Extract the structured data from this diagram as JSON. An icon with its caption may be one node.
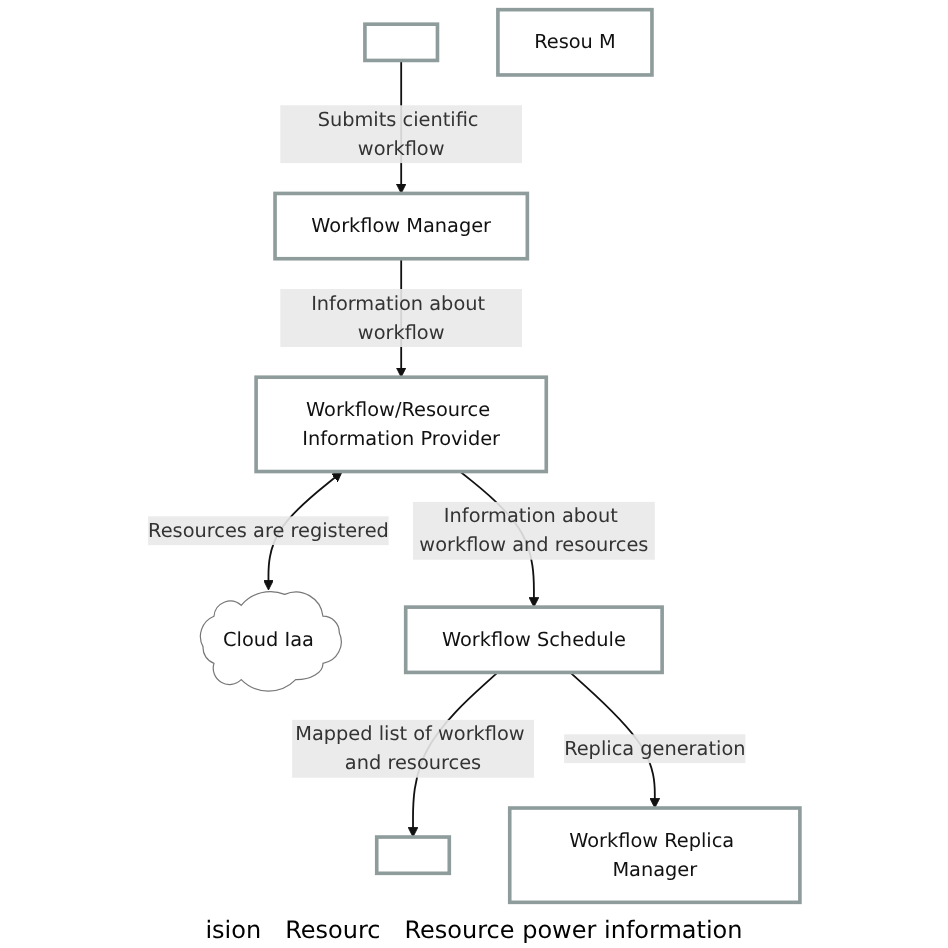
{
  "diagram": {
    "nodes": [
      {
        "text": [],
        "shape": "box"
      },
      {
        "text": [
          "Workflow/Resource Information Provider"
        ]
      },
      {
        "text": [
          "Cloud Iaa"
        ]
      },
      {
        "text": [],
        "shape": "box"
      },
      {
        "text": [
          "Workflow Manager"
        ]
      },
      {
        "text": [
          "Resou M"
        ]
      },
      {
        "text": [
          "Workflow Replica Manager"
        ]
      },
      {
        "text": [
          "Workflow Schedule"
        ]
      }
    ],
    "edges": [
      {
        "from": 0,
        "to": 4,
        "label": "Submits cientific workflow",
        "arrow": "to"
      },
      {
        "from": 4,
        "to": 1,
        "label": "Information about workflow",
        "arrow": "to"
      },
      {
        "from": 1,
        "to": 2,
        "label": "Resources are registered",
        "arrow": "both"
      },
      {
        "from": 1,
        "to": 7,
        "label": "Information about workflow and resources",
        "arrow": "to"
      },
      {
        "from": 7,
        "to": 3,
        "label": "Mapped list of workflow and resources",
        "arrow": "to"
      },
      {
        "from": 7,
        "to": 6,
        "label": "Replica generation",
        "arrow": "to"
      }
    ],
    "labels": [
      "ision",
      "Resourc",
      "Resource power information"
    ]
  }
}
